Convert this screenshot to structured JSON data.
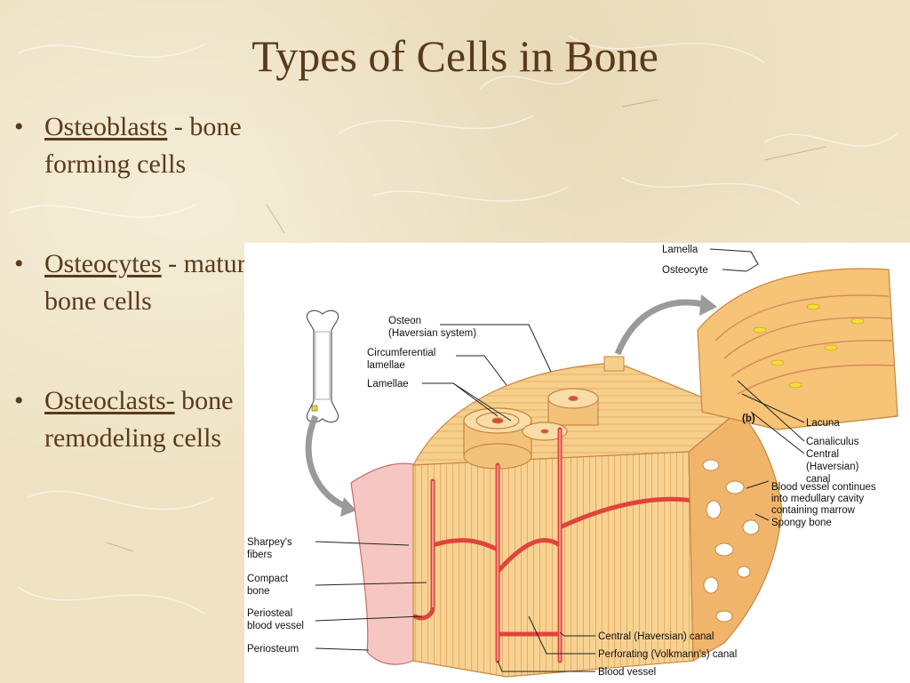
{
  "slide": {
    "title": "Types of Cells in Bone",
    "bullets": [
      {
        "term": "Osteoblasts",
        "rest": " - bone",
        "line2": "forming cells"
      },
      {
        "term": "Osteocytes",
        "rest": " - mature",
        "line2": "bone cells"
      },
      {
        "term": "Osteoclasts-",
        "rest": " bone",
        "line2": "remodeling cells"
      }
    ]
  },
  "diagram": {
    "panel_label": "(b)",
    "labels": {
      "lamella": "Lamella",
      "osteocyte": "Osteocyte",
      "osteon_1": "Osteon",
      "osteon_2": "(Haversian system)",
      "circumferential_1": "Circumferential",
      "circumferential_2": "lamellae",
      "lamellae": "Lamellae",
      "lacuna": "Lacuna",
      "canaliculus": "Canaliculus",
      "central_1": "Central",
      "central_2": "(Haversian)",
      "central_3": "canal",
      "blood_vessel_1": "Blood vessel continues",
      "blood_vessel_2": "into medullary cavity",
      "blood_vessel_3": "containing marrow",
      "spongy_bone": "Spongy bone",
      "sharpeys_1": "Sharpey's",
      "sharpeys_2": "fibers",
      "compact_1": "Compact",
      "compact_2": "bone",
      "periosteal_1": "Periosteal",
      "periosteal_2": "blood vessel",
      "periosteum": "Periosteum",
      "central_canal": "Central (Haversian) canal",
      "perforating_canal": "Perforating (Volkmann's) canal",
      "blood_vessel": "Blood vessel"
    }
  },
  "colors": {
    "title_text": "#5a3a1c",
    "parchment": "#efe3c4",
    "bone": "#f4c983",
    "bone_dark": "#d99a4e",
    "vessel": "#e0443c"
  }
}
